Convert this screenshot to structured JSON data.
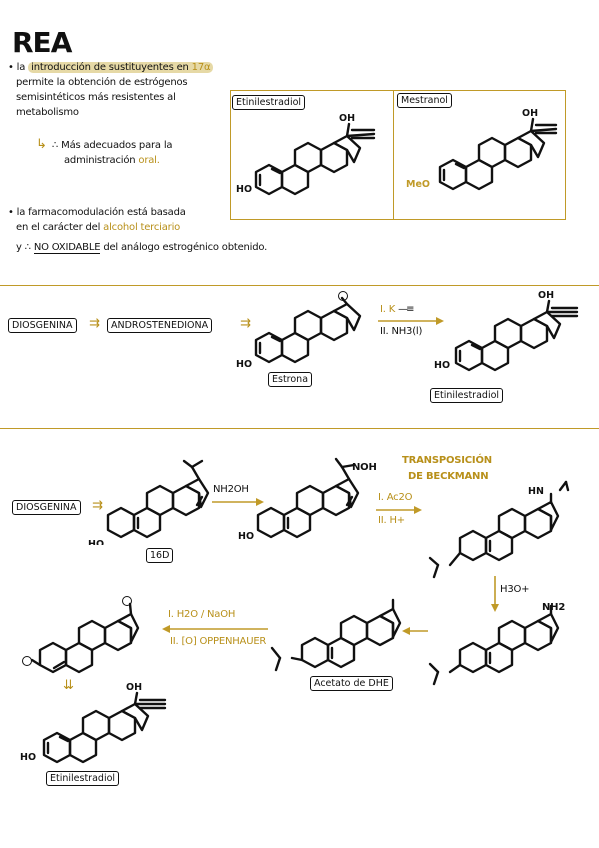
{
  "title": "REA",
  "colors": {
    "accent": "#c09a28",
    "highlight": "#e6d9a6"
  },
  "intro": {
    "bullet1_prefix": "• la",
    "bullet1_hl": "introducción de sustituyentes en",
    "bullet1_hl2": "17α",
    "bullet1_lines": [
      "permite la obtención de estrógenos",
      "semisintéticos más resistentes al",
      "metabolismo"
    ],
    "sub_line1": "∴ Más adecuados para la",
    "sub_line2": "administración",
    "sub_gold": "oral.",
    "bullet2_line1": "• la farmacomodulación está basada",
    "bullet2_line2_prefix": "en el carácter del",
    "bullet2_line2_gold": "alcohol terciario",
    "bullet2_line3_prefix": "y ∴",
    "bullet2_line3_u": "NO OXIDABLE",
    "bullet2_line3_suffix": "del análogo estrogénico obtenido."
  },
  "table": {
    "col1_title": "Etinilestradiol",
    "col2_title": "Mestranol",
    "oh": "OH",
    "ho": "HO",
    "meo": "MeO"
  },
  "synth1": {
    "diosgenina": "DIOSGENINA",
    "androstenediona": "ANDROSTENEDIONA",
    "estrona": "Estrona",
    "step1": "I. K",
    "step2": "II. NH3(l)",
    "product": "Etinilestradiol",
    "oh": "OH",
    "ho": "HO"
  },
  "synth2": {
    "diosgenina": "DIOSGENINA",
    "p16d": "16D",
    "nh2oh": "NH2OH",
    "noh": "NOH",
    "beckmann1": "TRANSPOSICIÓN",
    "beckmann2": "DE BECKMANN",
    "ac2o": "I. Ac2O",
    "hplus": "II. H+",
    "hn": "HN",
    "h3o": "H3O+",
    "nh2": "NH2",
    "acetato": "Acetato de DHE",
    "step_i": "I. H2O / NaOH",
    "step_ii": "II. [O] OPPENHAUER",
    "product": "Etinilestradiol",
    "oh": "OH",
    "ho": "HO"
  }
}
